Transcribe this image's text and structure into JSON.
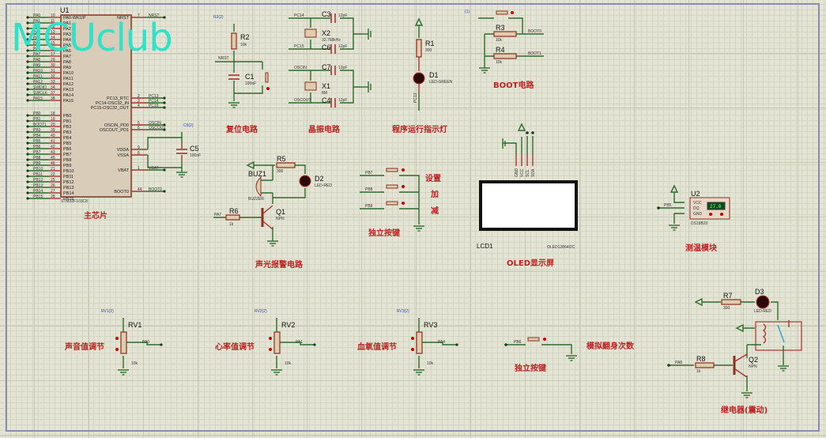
{
  "watermark": "MCUclub",
  "colors": {
    "wire": "#2e6b2e",
    "pin": "#aa3333",
    "label": "#bb2222",
    "background": "#e4e4d4",
    "watermark": "#33e0c8"
  },
  "mcu": {
    "ref": "U1",
    "part": "STM32F103C8",
    "caption": "主芯片",
    "left_pins": [
      {
        "net": "PA0",
        "num": "10",
        "name": "PA0-WKUP"
      },
      {
        "net": "PA1",
        "num": "11",
        "name": "PA1"
      },
      {
        "net": "PA2",
        "num": "12",
        "name": "PA2"
      },
      {
        "net": "PA3",
        "num": "13",
        "name": "PA3"
      },
      {
        "net": "PA4",
        "num": "14",
        "name": "PA4"
      },
      {
        "net": "PA5",
        "num": "15",
        "name": "PA5"
      },
      {
        "net": "PA6",
        "num": "16",
        "name": "PA6"
      },
      {
        "net": "PA7",
        "num": "17",
        "name": "PA7"
      },
      {
        "net": "PA8",
        "num": "29",
        "name": "PA8"
      },
      {
        "net": "PA9",
        "num": "30",
        "name": "PA9"
      },
      {
        "net": "PA10",
        "num": "31",
        "name": "PA10"
      },
      {
        "net": "PA11",
        "num": "32",
        "name": "PA11"
      },
      {
        "net": "PA12",
        "num": "33",
        "name": "PA12"
      },
      {
        "net": "SWDIO",
        "num": "34",
        "name": "PA13"
      },
      {
        "net": "SWCLK",
        "num": "37",
        "name": "PA14"
      },
      {
        "net": "PA15",
        "num": "38",
        "name": "PA15"
      },
      {
        "net": "PB0",
        "num": "18",
        "name": "PB0"
      },
      {
        "net": "PB1",
        "num": "19",
        "name": "PB1"
      },
      {
        "net": "BOOT1",
        "num": "20",
        "name": "PB2"
      },
      {
        "net": "PB3",
        "num": "39",
        "name": "PB3"
      },
      {
        "net": "PB4",
        "num": "40",
        "name": "PB4"
      },
      {
        "net": "PB5",
        "num": "41",
        "name": "PB5"
      },
      {
        "net": "PB6",
        "num": "42",
        "name": "PB6"
      },
      {
        "net": "PB7",
        "num": "43",
        "name": "PB7"
      },
      {
        "net": "PB8",
        "num": "45",
        "name": "PB8"
      },
      {
        "net": "PB9",
        "num": "46",
        "name": "PB9"
      },
      {
        "net": "PB10",
        "num": "21",
        "name": "PB10"
      },
      {
        "net": "PB11",
        "num": "22",
        "name": "PB11"
      },
      {
        "net": "PB12",
        "num": "25",
        "name": "PB12"
      },
      {
        "net": "PB13",
        "num": "26",
        "name": "PB13"
      },
      {
        "net": "PB14",
        "num": "27",
        "name": "PB14"
      },
      {
        "net": "PB15",
        "num": "28",
        "name": "PB15"
      }
    ],
    "right_pins": [
      {
        "net": "NRST",
        "num": "7",
        "name": "NRST"
      },
      {
        "net": "PC13",
        "num": "2",
        "name": "PC13_RTC"
      },
      {
        "net": "PC14",
        "num": "3",
        "name": "PC14-OSC32_IN"
      },
      {
        "net": "PC15",
        "num": "4",
        "name": "PC15-OSC32_OUT"
      },
      {
        "net": "OSCIN",
        "num": "5",
        "name": "OSCIN_PD0"
      },
      {
        "net": "OSCOUT",
        "num": "6",
        "name": "OSCOUT_PD1"
      },
      {
        "net": "",
        "num": "9",
        "name": "VDDA"
      },
      {
        "net": "",
        "num": "8",
        "name": "VSSA"
      },
      {
        "net": "VBAT",
        "num": "1",
        "name": "VBAT"
      },
      {
        "net": "BOOT0",
        "num": "44",
        "name": "BOOT0"
      }
    ],
    "c5": {
      "ref": "C5",
      "value": "100nF",
      "probe": "C5(2)"
    }
  },
  "reset": {
    "caption": "复位电路",
    "r2": {
      "ref": "R2",
      "value": "10k"
    },
    "c1": {
      "ref": "C1",
      "value": "100nF"
    },
    "net": "NRST",
    "probe": "R2(2)"
  },
  "crystal": {
    "caption": "晶振电路",
    "x2": {
      "ref": "X2",
      "value": "32.768kHz"
    },
    "x1": {
      "ref": "X1",
      "value": "8M"
    },
    "c3": {
      "ref": "C3",
      "value": "12pF"
    },
    "c6": {
      "ref": "C6",
      "value": "12pF"
    },
    "c7": {
      "ref": "C7",
      "value": "12pF"
    },
    "c4": {
      "ref": "C4",
      "value": "12pF"
    },
    "nets": [
      "PC14",
      "PC15",
      "OSCIN",
      "OSCOUT"
    ]
  },
  "run_led": {
    "caption": "程序运行指示灯",
    "r1": {
      "ref": "R1",
      "value": "300"
    },
    "d1": {
      "ref": "D1",
      "value": "LED-GREEN"
    },
    "net": "PC13"
  },
  "boot": {
    "caption": "BOOT电路",
    "r3": {
      "ref": "R3",
      "value": "10k"
    },
    "r4": {
      "ref": "R4",
      "value": "10k"
    },
    "nets": [
      "BOOT0",
      "BOOT1"
    ],
    "probe": "(1)"
  },
  "alarm": {
    "caption": "声光报警电路",
    "buz": {
      "ref": "BUZ1",
      "value": "BUZZER"
    },
    "r5": {
      "ref": "R5",
      "value": "300"
    },
    "d2": {
      "ref": "D2",
      "value": "LED-RED"
    },
    "q1": {
      "ref": "Q1",
      "value": "NPN"
    },
    "r6": {
      "ref": "R6",
      "value": "1k"
    },
    "net": "PA7"
  },
  "keys": {
    "caption": "独立按键",
    "nets": [
      "PB7",
      "PB8",
      "PB9"
    ],
    "labels": [
      "设置",
      "加",
      "减"
    ]
  },
  "oled": {
    "caption": "OLED显示屏",
    "ref": "LCD1",
    "part": "OLED12864I2C",
    "pins": [
      "GND",
      "VCC",
      "SCL",
      "SDA"
    ]
  },
  "temp": {
    "caption": "测温模块",
    "ref": "U2",
    "part": "DS18B20",
    "pins": [
      "VCC",
      "DQ",
      "GND"
    ],
    "net": "PB5",
    "reading": "27.0"
  },
  "pots": [
    {
      "caption": "声音值调节",
      "ref": "RV1",
      "value": "10k",
      "net": "PA0",
      "probe": "RV1(2)"
    },
    {
      "caption": "心率值调节",
      "ref": "RV2",
      "value": "10k",
      "net": "PA1",
      "probe": "RV2(2)"
    },
    {
      "caption": "血氧值调节",
      "ref": "RV3",
      "value": "10k",
      "net": "PA4",
      "probe": "RV3(2)"
    }
  ],
  "turn_key": {
    "caption": "独立按键",
    "label": "模拟翻身次数",
    "net": "PB6"
  },
  "relay": {
    "caption": "继电器(震动)",
    "r7": {
      "ref": "R7",
      "value": "300"
    },
    "d3": {
      "ref": "D3",
      "value": "LED-RED"
    },
    "q2": {
      "ref": "Q2",
      "value": "NPN"
    },
    "r8": {
      "ref": "R8",
      "value": "1k"
    },
    "net": "PA8"
  }
}
